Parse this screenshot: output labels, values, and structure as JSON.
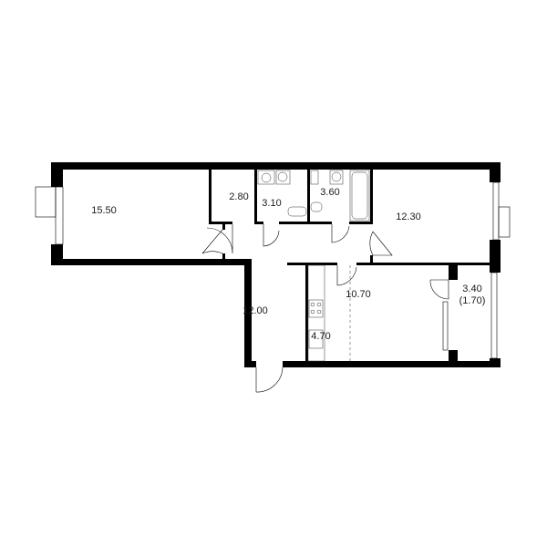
{
  "rooms": [
    {
      "id": "living-room-left",
      "area": "15.50"
    },
    {
      "id": "storage",
      "area": "2.80"
    },
    {
      "id": "toilet",
      "area": "3.10"
    },
    {
      "id": "bathroom",
      "area": "3.60"
    },
    {
      "id": "bedroom-right",
      "area": "12.30"
    },
    {
      "id": "hallway",
      "area": "12.00"
    },
    {
      "id": "kitchen",
      "area": "4.70"
    },
    {
      "id": "living-kitchen",
      "area": "10.70"
    },
    {
      "id": "balcony",
      "area": "3.40",
      "area_reduced": "(1.70)"
    }
  ],
  "colors": {
    "wall": "#000000",
    "background": "#ffffff"
  }
}
